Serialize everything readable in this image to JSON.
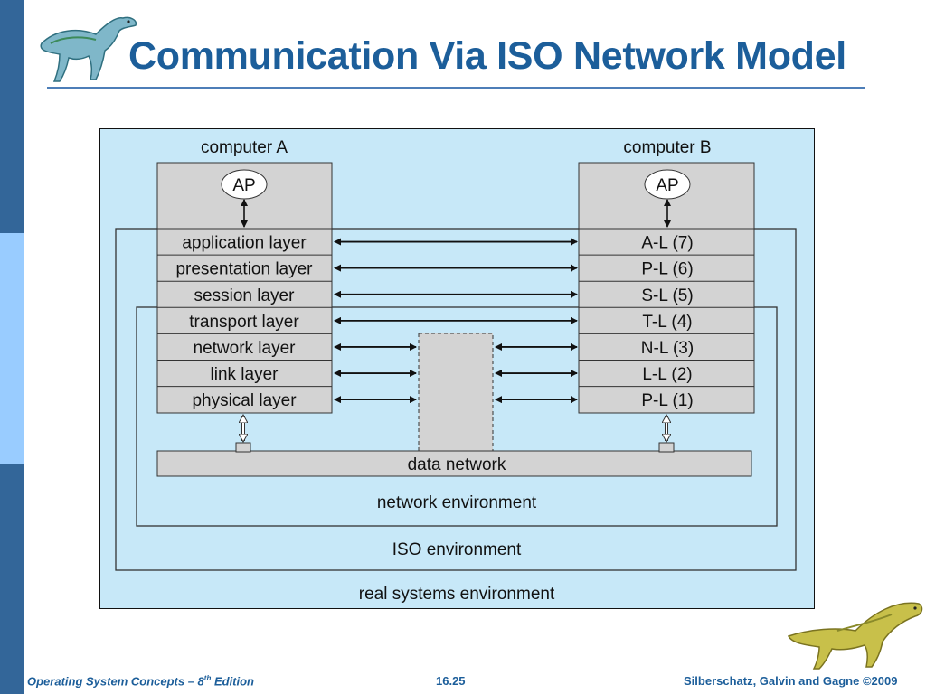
{
  "slide": {
    "title": "Communication Via ISO Network Model"
  },
  "diagram": {
    "computer_a": "computer A",
    "computer_b": "computer B",
    "ap_a": "AP",
    "ap_b": "AP",
    "layers_a": [
      "application layer",
      "presentation layer",
      "session layer",
      "transport layer",
      "network layer",
      "link layer",
      "physical layer"
    ],
    "layers_b": [
      "A-L (7)",
      "P-L (6)",
      "S-L (5)",
      "T-L (4)",
      "N-L (3)",
      "L-L (2)",
      "P-L (1)"
    ],
    "data_network": "data network",
    "network_environment": "network environment",
    "iso_environment": "ISO environment",
    "real_systems_environment": "real systems environment"
  },
  "footer": {
    "book_prefix": "Operating System Concepts – 8",
    "book_sup": "th",
    "book_suffix": " Edition",
    "page": "16.25",
    "copyright": "Silberschatz, Galvin and Gagne ©2009"
  },
  "colors": {
    "sidebar": "#336699",
    "sidebar_light": "#99ccff",
    "title": "#1c5e9a",
    "diagram_bg": "#c7e8f8",
    "layer_box": "#d3d3d3"
  }
}
